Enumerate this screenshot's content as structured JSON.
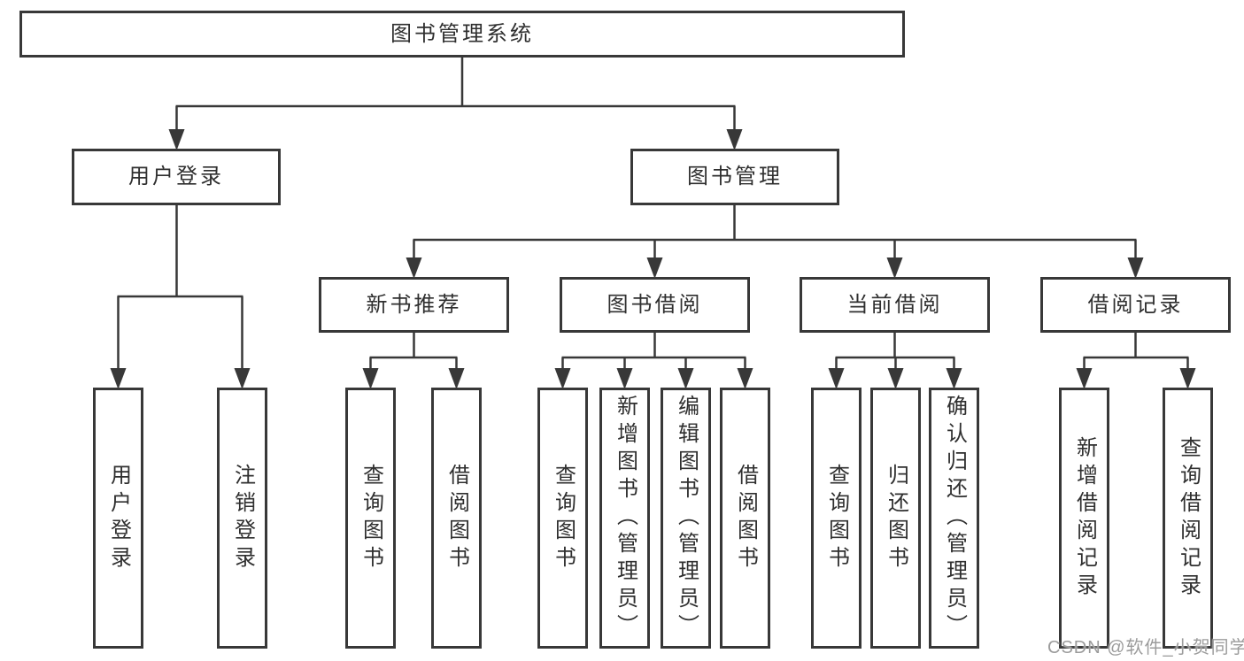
{
  "colors": {
    "line": "#383838",
    "text": "#2f2f2f",
    "box_background": "#ffffff",
    "background": "#ffffff",
    "watermark": "#9c9c9c"
  },
  "nodes": {
    "root": "图书管理系统",
    "user_login": "用户登录",
    "book_management": "图书管理",
    "new_book_recommend": "新书推荐",
    "book_borrow": "图书借阅",
    "current_borrow": "当前借阅",
    "borrow_records": "借阅记录",
    "leaf_user_login": "用户登录",
    "leaf_logout": "注销登录",
    "leaf_recommend_query_books": "查询图书",
    "leaf_recommend_borrow_books": "借阅图书",
    "leaf_borrow_query_books": "查询图书",
    "leaf_borrow_add_books": "新增图书（管理员）",
    "leaf_borrow_edit_books": "编辑图书（管理员）",
    "leaf_borrow_borrow_books": "借阅图书",
    "leaf_current_query_books": "查询图书",
    "leaf_current_return_books": "归还图书",
    "leaf_current_confirm_return": "确认归还（管理员）",
    "leaf_records_add_record": "新增借阅记录",
    "leaf_records_query_record": "查询借阅记录"
  },
  "watermark": "CSDN @软件_小贺同学"
}
